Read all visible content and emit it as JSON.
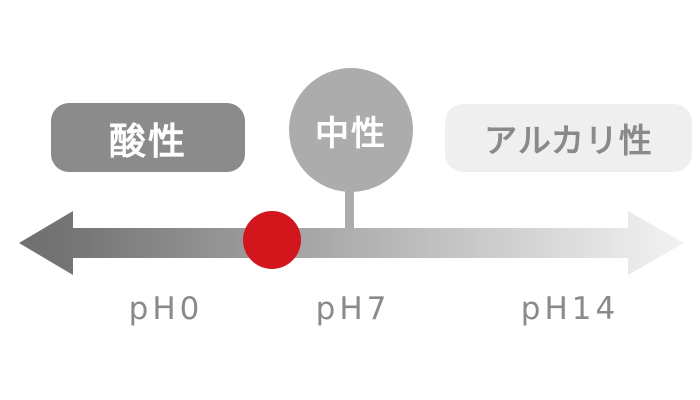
{
  "diagram": {
    "type": "ph-scale",
    "regions": {
      "acidic": {
        "label": "酸性",
        "fill": "#8B8B8B",
        "text_color": "#FFFFFF"
      },
      "neutral": {
        "label": "中性",
        "fill": "#ACACAC",
        "text_color": "#FFFFFF"
      },
      "alkaline": {
        "label": "アルカリ性",
        "fill": "#EFEFEF",
        "text_color": "#8A8A8A"
      }
    },
    "axis": {
      "ticks": [
        {
          "label": "pH0"
        },
        {
          "label": "pH7"
        },
        {
          "label": "pH14"
        }
      ],
      "tick_color": "#8A8A8A",
      "gradient_start": "#737373",
      "gradient_end": "#F1F1F1",
      "direction": "double-headed-horizontal"
    },
    "marker": {
      "color": "#D2161C",
      "position_fraction_along_axis": 0.38
    }
  }
}
